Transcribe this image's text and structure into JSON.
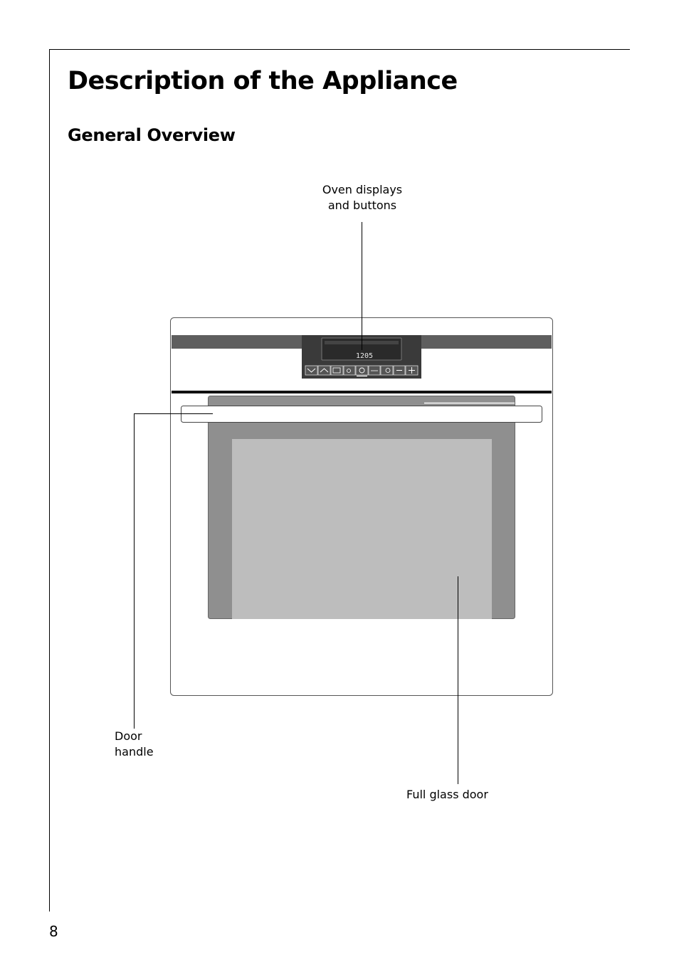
{
  "header": {
    "title": "Description of the Appliance",
    "subtitle": "General Overview"
  },
  "figure": {
    "display_readout": "1205",
    "labels": {
      "oven_displays": [
        "Oven displays",
        "and buttons"
      ],
      "door_handle": [
        "Door",
        "handle"
      ],
      "full_glass_door": "Full glass door"
    },
    "colors": {
      "control_strip": "#5e5e5e",
      "door_frame": "#8f8f8f",
      "glass": "#bdbdbd",
      "display": "#2a2a2a"
    }
  },
  "footer": {
    "page_number": "8"
  }
}
